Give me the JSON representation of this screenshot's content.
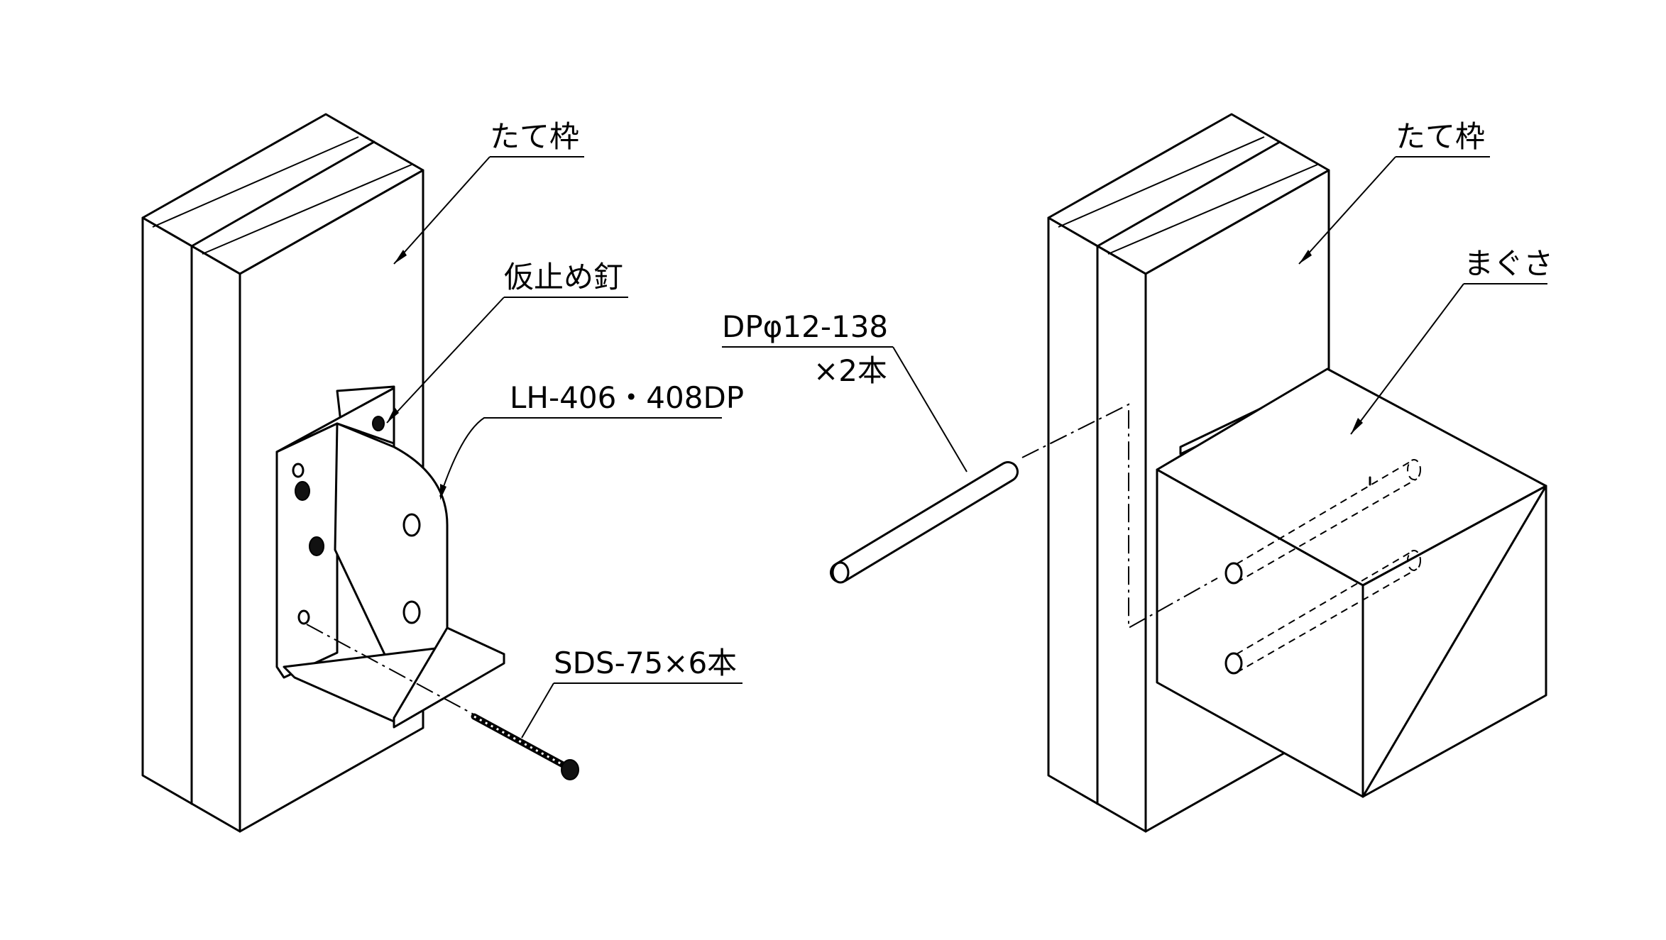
{
  "left": {
    "label_frame": "たて枠",
    "label_nail": "仮止め釘",
    "label_hanger": "LH-406・408DP",
    "label_screw": "SDS-75×6本"
  },
  "right": {
    "label_frame": "たて枠",
    "label_beam": "まぐさ",
    "label_pin": "DPφ12-138",
    "label_pin_qty": "×2本"
  }
}
